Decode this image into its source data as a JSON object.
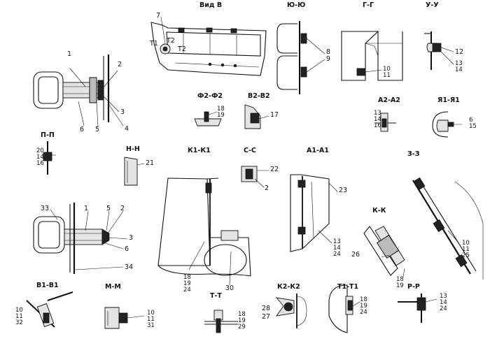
{
  "titles": {
    "vid_v": "Вид В",
    "yu_yu": "Ю-Ю",
    "g_g": "Г-Г",
    "u_u": "У-У",
    "f2_f2": "Ф2-Ф2",
    "v2_v2": "В2-В2",
    "a2_a2": "А2-А2",
    "ya_ya": "Я1-Я1",
    "p_p": "П-П",
    "n_n": "Н-Н",
    "k1_k1": "К1-К1",
    "s_s": "С-С",
    "a1_a1": "А1-А1",
    "z_z": "З-З",
    "k_k": "К-К",
    "v1_v1": "В1-В1",
    "m_m": "М-М",
    "t_t": "Т-Т",
    "k2_k2": "К2-К2",
    "t1_t1": "Т1-Т1",
    "r_r": "Р-Р"
  },
  "labels": {
    "n1a": "1",
    "n2a": "2",
    "n3a": "3",
    "n4a": "4",
    "n5a": "5",
    "n6a": "6",
    "n7": "7",
    "t2a": "Т2",
    "t2b": "Т2",
    "t1a": "Т1",
    "n8": "8",
    "n9": "9",
    "gg_10": "10",
    "gg_11": "11",
    "uu_12": "12",
    "uu_13": "13",
    "uu_14": "14",
    "f_18": "18",
    "f_19": "19",
    "n17": "17",
    "a2_13": "13",
    "a2_14": "14",
    "a2_16": "16",
    "ya_6": "6",
    "ya_15": "15",
    "pp_20": "20",
    "pp_14": "14",
    "pp_16": "16",
    "n21": "21",
    "n22": "22",
    "ss_2": "2",
    "n23": "23",
    "a1_13": "13",
    "a1_14": "14",
    "a1_24": "24",
    "n33": "33",
    "n1b": "1",
    "n5b": "5",
    "n2b": "2",
    "n3b": "3",
    "n6b": "6",
    "n34": "34",
    "k1_18": "18",
    "k1_19": "19",
    "k1_24": "24",
    "n30": "30",
    "n26": "26",
    "kk_18": "18",
    "kk_19": "19",
    "zz_10": "10",
    "zz_11": "11",
    "zz_25": "25",
    "v1_10": "10",
    "v1_11": "11",
    "v1_32": "32",
    "mm_10": "10",
    "mm_11": "11",
    "mm_31": "31",
    "tt_18": "18",
    "tt_19": "19",
    "tt_29": "29",
    "n28": "28",
    "n27": "27",
    "t1_18": "18",
    "t1_19": "19",
    "t1_24": "24",
    "rr_13": "13",
    "rr_14": "14",
    "rr_24": "24"
  }
}
